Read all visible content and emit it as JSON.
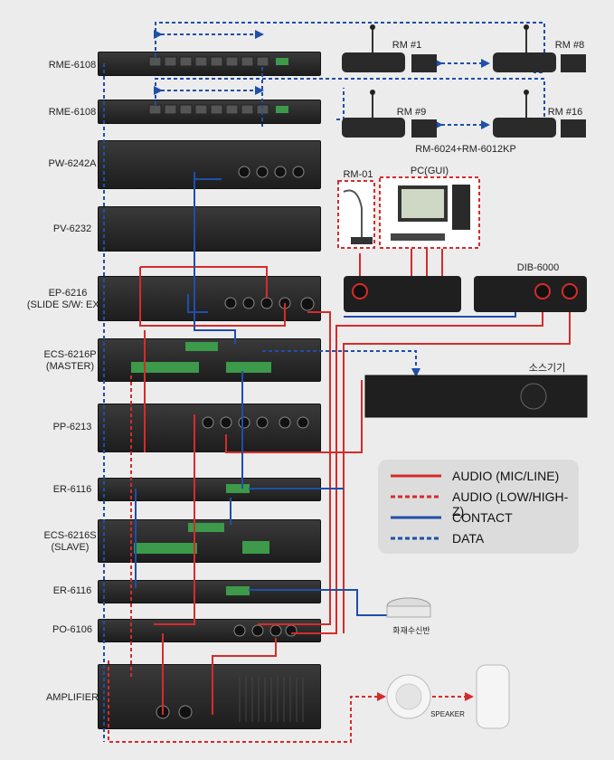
{
  "devices": {
    "rme1": "RME-6108",
    "rme2": "RME-6108",
    "pw": "PW-6242A",
    "pv": "PV-6232",
    "ep_line1": "EP-6216",
    "ep_line2": "(SLIDE S/W: EXT)",
    "ecs_master_line1": "ECS-6216P",
    "ecs_master_line2": "(MASTER)",
    "pp": "PP-6213",
    "er1": "ER-6116",
    "ecs_slave_line1": "ECS-6216S",
    "ecs_slave_line2": "(SLAVE)",
    "er2": "ER-6116",
    "po": "PO-6106",
    "amp": "AMPLIFIER"
  },
  "remote_mics": {
    "rm1": "RM #1",
    "rm8": "RM #8",
    "rm9": "RM #9",
    "rm16": "RM #16",
    "model": "RM-6024+RM-6012KP"
  },
  "peripherals": {
    "rm01": "RM-01",
    "pc": "PC(GUI)",
    "dib": "DIB-6000",
    "source": "소스기기",
    "fire": "화재수신반",
    "speaker": "SPEAKER"
  },
  "legend": {
    "audio_mic_line": "AUDIO (MIC/LINE)",
    "audio_low_high_z": "AUDIO (LOW/HIGH-Z)",
    "contact": "CONTACT",
    "data": "DATA"
  },
  "colors": {
    "audio": "#d62b2b",
    "contact": "#1f4fa8",
    "data": "#1f4fa8",
    "pc_box": "#d62b2b"
  }
}
